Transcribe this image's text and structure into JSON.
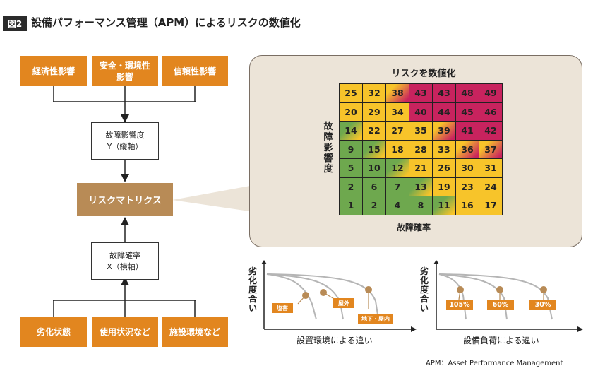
{
  "figure": {
    "badge": "図2",
    "title": "設備パフォーマンス管理（APM）によるリスクの数値化"
  },
  "left_flow": {
    "top_boxes": [
      "経済性影響",
      "安全・環境性\n影響",
      "信頼性影響"
    ],
    "impact_box": {
      "line1": "故障影響度",
      "line2": "Y（縦軸）"
    },
    "risk_matrix_box": "リスクマトリクス",
    "probability_box": {
      "line1": "故障確率",
      "line2": "X（横軸）"
    },
    "bottom_boxes": [
      "劣化状態",
      "使用状況など",
      "施設環境など"
    ]
  },
  "matrix": {
    "title": "リスクを数値化",
    "y_label": "故障影響度",
    "x_label": "故障確率",
    "colors": {
      "green": "#6ea84e",
      "yellow": "#f7c42a",
      "magenta": "#c8235e"
    },
    "rows": [
      [
        {
          "v": "25",
          "c": "y"
        },
        {
          "v": "32",
          "c": "y"
        },
        {
          "v": "38",
          "c": "ym"
        },
        {
          "v": "43",
          "c": "m"
        },
        {
          "v": "43",
          "c": "m"
        },
        {
          "v": "48",
          "c": "m"
        },
        {
          "v": "49",
          "c": "m"
        }
      ],
      [
        {
          "v": "20",
          "c": "y"
        },
        {
          "v": "29",
          "c": "y"
        },
        {
          "v": "34",
          "c": "y"
        },
        {
          "v": "40",
          "c": "m"
        },
        {
          "v": "44",
          "c": "m"
        },
        {
          "v": "45",
          "c": "m"
        },
        {
          "v": "46",
          "c": "m"
        }
      ],
      [
        {
          "v": "14",
          "c": "gy"
        },
        {
          "v": "22",
          "c": "y"
        },
        {
          "v": "27",
          "c": "y"
        },
        {
          "v": "35",
          "c": "y"
        },
        {
          "v": "39",
          "c": "ym"
        },
        {
          "v": "41",
          "c": "m"
        },
        {
          "v": "42",
          "c": "m"
        }
      ],
      [
        {
          "v": "9",
          "c": "g"
        },
        {
          "v": "15",
          "c": "gy"
        },
        {
          "v": "18",
          "c": "y"
        },
        {
          "v": "28",
          "c": "y"
        },
        {
          "v": "33",
          "c": "y"
        },
        {
          "v": "36",
          "c": "ym"
        },
        {
          "v": "37",
          "c": "ym"
        }
      ],
      [
        {
          "v": "5",
          "c": "g"
        },
        {
          "v": "10",
          "c": "g"
        },
        {
          "v": "12",
          "c": "gy"
        },
        {
          "v": "21",
          "c": "y"
        },
        {
          "v": "26",
          "c": "y"
        },
        {
          "v": "30",
          "c": "y"
        },
        {
          "v": "31",
          "c": "y"
        }
      ],
      [
        {
          "v": "2",
          "c": "g"
        },
        {
          "v": "6",
          "c": "g"
        },
        {
          "v": "7",
          "c": "g"
        },
        {
          "v": "13",
          "c": "gy"
        },
        {
          "v": "19",
          "c": "y"
        },
        {
          "v": "23",
          "c": "y"
        },
        {
          "v": "24",
          "c": "y"
        }
      ],
      [
        {
          "v": "1",
          "c": "g"
        },
        {
          "v": "2",
          "c": "g"
        },
        {
          "v": "4",
          "c": "g"
        },
        {
          "v": "8",
          "c": "g"
        },
        {
          "v": "11",
          "c": "gy"
        },
        {
          "v": "16",
          "c": "y"
        },
        {
          "v": "17",
          "c": "y"
        }
      ]
    ]
  },
  "chart_left": {
    "y_label": "劣化度合い",
    "x_label": "設置環境による違い",
    "tags": [
      "塩害",
      "屋外",
      "地下・屋内"
    ]
  },
  "chart_right": {
    "y_label": "劣化度合い",
    "x_label": "設備負荷による違い",
    "tags": [
      "105%",
      "60%",
      "30%"
    ]
  },
  "footnote": "APM：Asset Performance Management",
  "colors": {
    "orange": "#e2861f",
    "tan": "#b88b56",
    "panel": "#ece4d8",
    "curve": "#b5b5b5",
    "dot": "#b88b56"
  }
}
